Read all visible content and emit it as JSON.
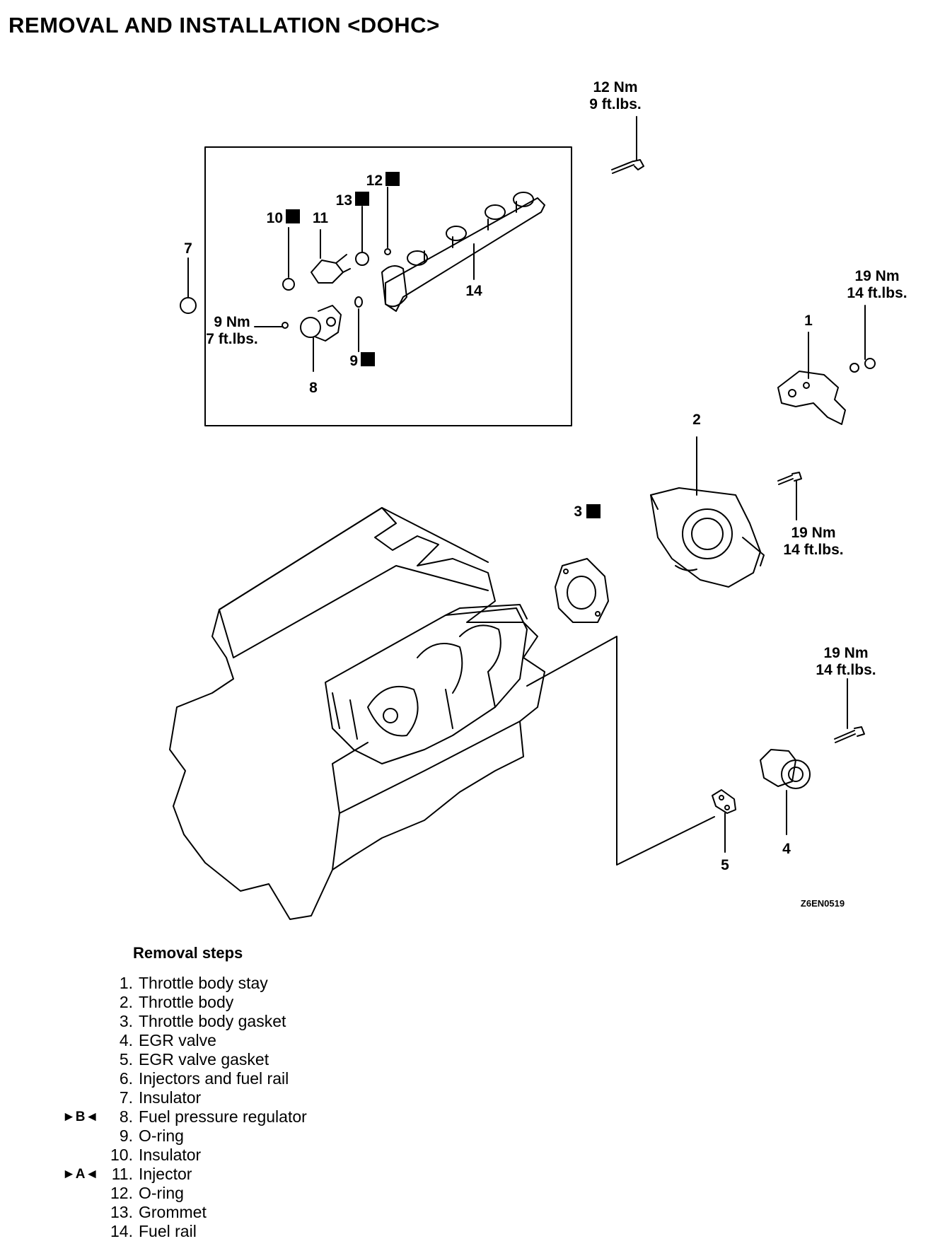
{
  "title": "REMOVAL AND INSTALLATION <DOHC>",
  "diagram": {
    "callouts": {
      "c1": "1",
      "c2": "2",
      "c3": "3",
      "c4": "4",
      "c5": "5",
      "c7": "7",
      "c8": "8",
      "c9": "9",
      "c10": "10",
      "c11": "11",
      "c12": "12",
      "c13": "13",
      "c14": "14"
    },
    "new_part_mark": "N",
    "torques": {
      "t_top": [
        "12 Nm",
        "9 ft.lbs."
      ],
      "t_stay": [
        "19 Nm",
        "14 ft.lbs."
      ],
      "t_body": [
        "19 Nm",
        "14 ft.lbs."
      ],
      "t_egr": [
        "19 Nm",
        "14 ft.lbs."
      ],
      "t_reg": [
        "9 Nm",
        "7 ft.lbs."
      ]
    },
    "figure_code": "Z6EN0519"
  },
  "removal": {
    "title": "Removal steps",
    "steps": [
      {
        "num": "1.",
        "label": "Throttle body stay",
        "marker": ""
      },
      {
        "num": "2.",
        "label": "Throttle body",
        "marker": ""
      },
      {
        "num": "3.",
        "label": "Throttle body gasket",
        "marker": ""
      },
      {
        "num": "4.",
        "label": "EGR valve",
        "marker": ""
      },
      {
        "num": "5.",
        "label": "EGR valve gasket",
        "marker": ""
      },
      {
        "num": "6.",
        "label": "Injectors and fuel rail",
        "marker": ""
      },
      {
        "num": "7.",
        "label": "Insulator",
        "marker": ""
      },
      {
        "num": "8.",
        "label": "Fuel pressure regulator",
        "marker": "►B◄"
      },
      {
        "num": "9.",
        "label": "O-ring",
        "marker": ""
      },
      {
        "num": "10.",
        "label": "Insulator",
        "marker": ""
      },
      {
        "num": "11.",
        "label": "Injector",
        "marker": "►A◄"
      },
      {
        "num": "12.",
        "label": "O-ring",
        "marker": ""
      },
      {
        "num": "13.",
        "label": "Grommet",
        "marker": ""
      },
      {
        "num": "14.",
        "label": "Fuel rail",
        "marker": ""
      }
    ]
  }
}
